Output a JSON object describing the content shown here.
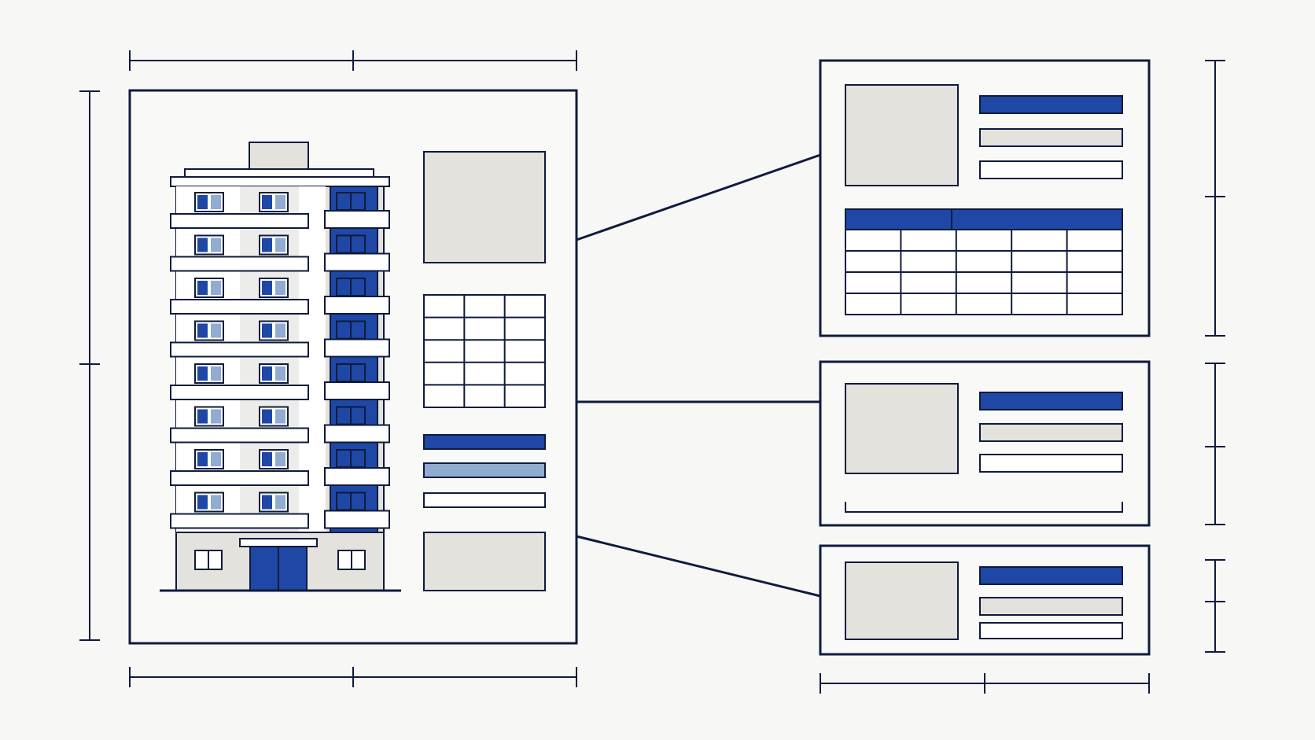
{
  "diagram": {
    "subject": "building-layout-breakdown",
    "colors": {
      "background": "#f7f7f5",
      "ink": "#0f1b3d",
      "accent": "#1e47a6",
      "accent_light": "#90acd0",
      "placeholder_fill": "#e3e2dd",
      "panel_fill": "#f9f9f7",
      "white": "#ffffff"
    },
    "main_panel": {
      "building": {
        "floors": 8,
        "windows_per_floor": 2,
        "entrance": "double-door"
      },
      "placeholders": [
        "image-block",
        "grid-table",
        "text-lines",
        "image-block"
      ],
      "grid_table": {
        "rows": 5,
        "cols": 3
      },
      "text_lines": [
        "accent",
        "accent-light",
        "outline"
      ]
    },
    "detail_cards": [
      {
        "id": "top",
        "thumbnail": true,
        "text_lines": [
          "accent",
          "gray",
          "outline"
        ],
        "table": {
          "header_cells": 2,
          "rows": 4,
          "cols": 5
        }
      },
      {
        "id": "middle",
        "thumbnail": true,
        "text_lines": [
          "accent",
          "gray",
          "outline"
        ],
        "footer_bracket": true
      },
      {
        "id": "bottom",
        "thumbnail": true,
        "text_lines": [
          "accent",
          "gray",
          "outline"
        ]
      }
    ],
    "connectors": 3
  }
}
